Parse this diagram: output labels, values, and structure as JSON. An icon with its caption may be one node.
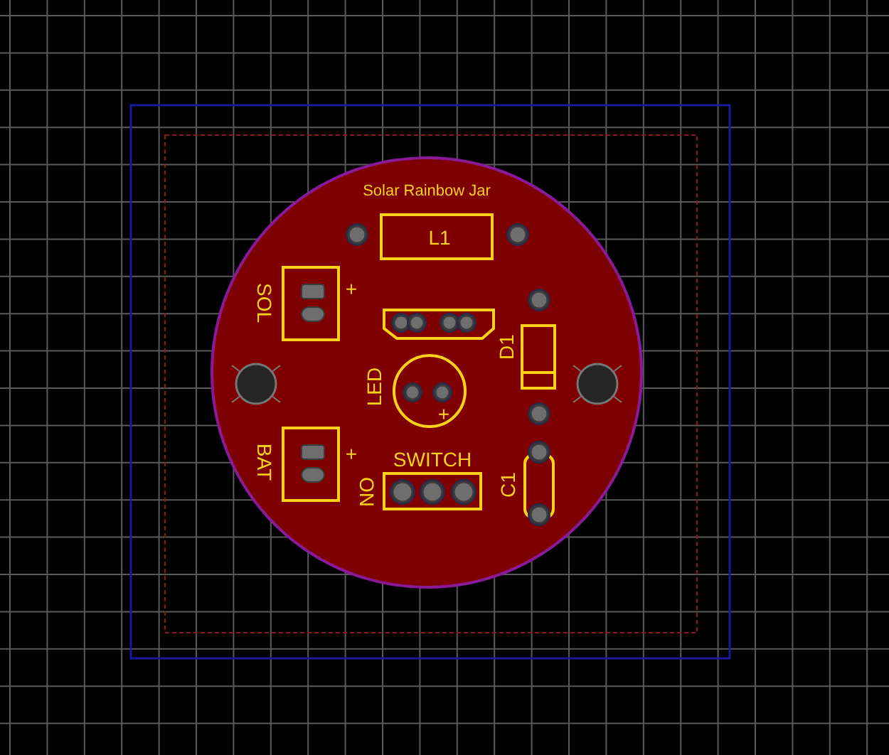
{
  "diagram": {
    "title": "Solar Rainbow Jar",
    "labels": [
      "L1",
      "SOL",
      "+",
      "D1",
      "LED",
      "+",
      "BAT",
      "+",
      "SWITCH",
      "ON",
      "C1"
    ]
  }
}
